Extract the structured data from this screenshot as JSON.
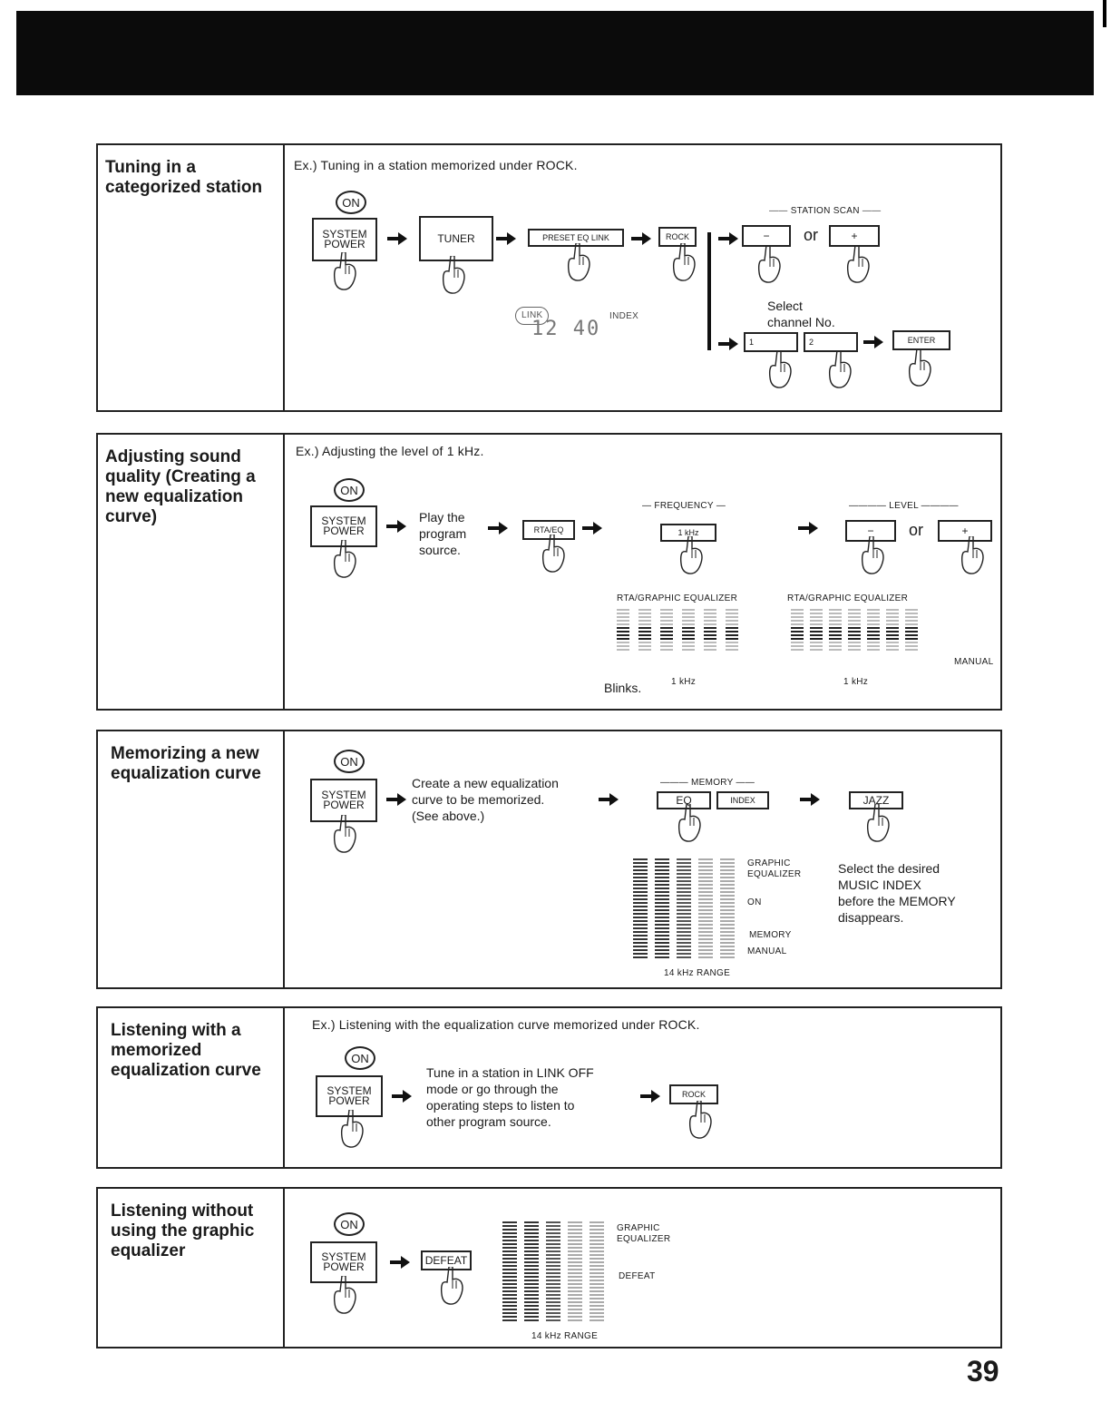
{
  "page_number": "39",
  "sections": [
    {
      "label": "Tuning in a categorized station",
      "example": "Ex.) Tuning in a station memorized under ROCK.",
      "on": "ON",
      "system_power": "SYSTEM POWER",
      "tuner": "TUNER",
      "preset_eq_link": "PRESET EQ LINK",
      "rock": "ROCK",
      "station_scan": "STATION SCAN",
      "minus": "−",
      "plus": "+",
      "or": "or",
      "link": "LINK",
      "index": "INDEX",
      "select_line1": "Select",
      "select_line2": "channel No.",
      "key1": "1",
      "key2": "2",
      "enter": "ENTER"
    },
    {
      "label": "Adjusting sound quality (Creating a new equalization curve)",
      "example": "Ex.) Adjusting the level of 1 kHz.",
      "on": "ON",
      "system_power": "SYSTEM POWER",
      "play_line1": "Play the",
      "play_line2": "program",
      "play_line3": "source.",
      "rta_eq": "RTA/EQ",
      "frequency": "FREQUENCY",
      "khz_button": "1 kHz",
      "level": "LEVEL",
      "minus": "−",
      "plus": "+",
      "or": "or",
      "rta_graphic_eq_1": "RTA/GRAPHIC EQUALIZER",
      "rta_graphic_eq_2": "RTA/GRAPHIC EQUALIZER",
      "blinks": "Blinks.",
      "khz_label_1": "1 kHz",
      "khz_label_2": "1 kHz",
      "manual": "MANUAL"
    },
    {
      "label": "Memorizing a new equalization curve",
      "on": "ON",
      "system_power": "SYSTEM POWER",
      "create_line1": "Create a new equalization",
      "create_line2": "curve to be memorized.",
      "create_line3": "(See above.)",
      "memory": "MEMORY",
      "eq": "EQ",
      "index": "INDEX",
      "jazz": "JAZZ",
      "graphic": "GRAPHIC",
      "equalizer": "EQUALIZER",
      "on_label": "ON",
      "memory_label": "MEMORY",
      "manual": "MANUAL",
      "range": "14 kHz  RANGE",
      "select_line1": "Select the desired",
      "select_line2": "MUSIC INDEX",
      "select_line3": "before the MEMORY",
      "select_line4": "disappears."
    },
    {
      "label": "Listening with a memorized equalization curve",
      "example": "Ex.) Listening with the equalization curve memorized under ROCK.",
      "on": "ON",
      "system_power": "SYSTEM POWER",
      "tune_line1": "Tune in a station in LINK OFF",
      "tune_line2": "mode or go through the",
      "tune_line3": "operating steps to listen to",
      "tune_line4": "other program source.",
      "rock": "ROCK"
    },
    {
      "label": "Listening without using the graphic equalizer",
      "on": "ON",
      "system_power": "SYSTEM POWER",
      "defeat": "DEFEAT",
      "graphic": "GRAPHIC",
      "equalizer": "EQUALIZER",
      "defeat_label": "DEFEAT",
      "range": "14 kHz  RANGE"
    }
  ]
}
